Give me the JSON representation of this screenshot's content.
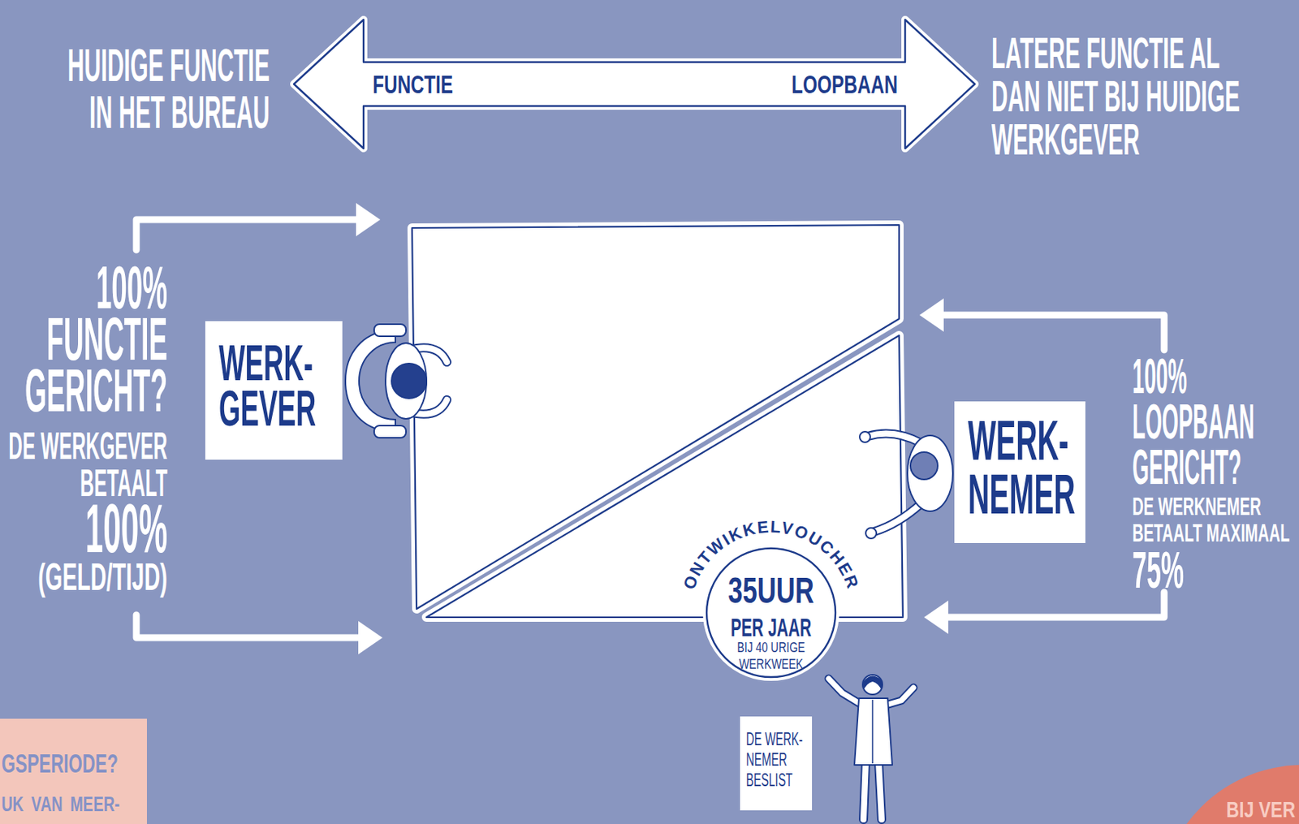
{
  "diagram": {
    "nodes": [
      {
        "text": [
          "FUNCTIE",
          "LOOPBAAN"
        ]
      },
      {
        "text": [
          "WERK- GEVER"
        ]
      },
      {
        "text": [
          "WERK- NEMER"
        ]
      },
      {
        "text": [
          "ONTWIKKELVOUCHER",
          "35UUR",
          "PER JAAR",
          "BIJ 40 URIGE WERKWEEK"
        ]
      },
      {
        "text": [
          "DE WERK- NEMER BESLIST"
        ]
      },
      {
        "text": [
          "GSPERIODE?",
          "UK VAN MEER-"
        ]
      },
      {
        "text": [
          "BIJ VER"
        ]
      }
    ],
    "labels": [
      "HUIDIGE FUNCTIE IN HET BUREAU",
      "LATERE FUNCTIE AL DAN NIET BIJ HUIDIGE WERKGEVER",
      "100% FUNCTIE GERICHT?",
      "DE WERKGEVER BETAALT",
      "100%",
      "(GELD/TIJD)",
      "100% LOOPBAAN GERICHT?",
      "DE WERKNEMER BETAALT MAXIMAAL",
      "75%"
    ]
  }
}
